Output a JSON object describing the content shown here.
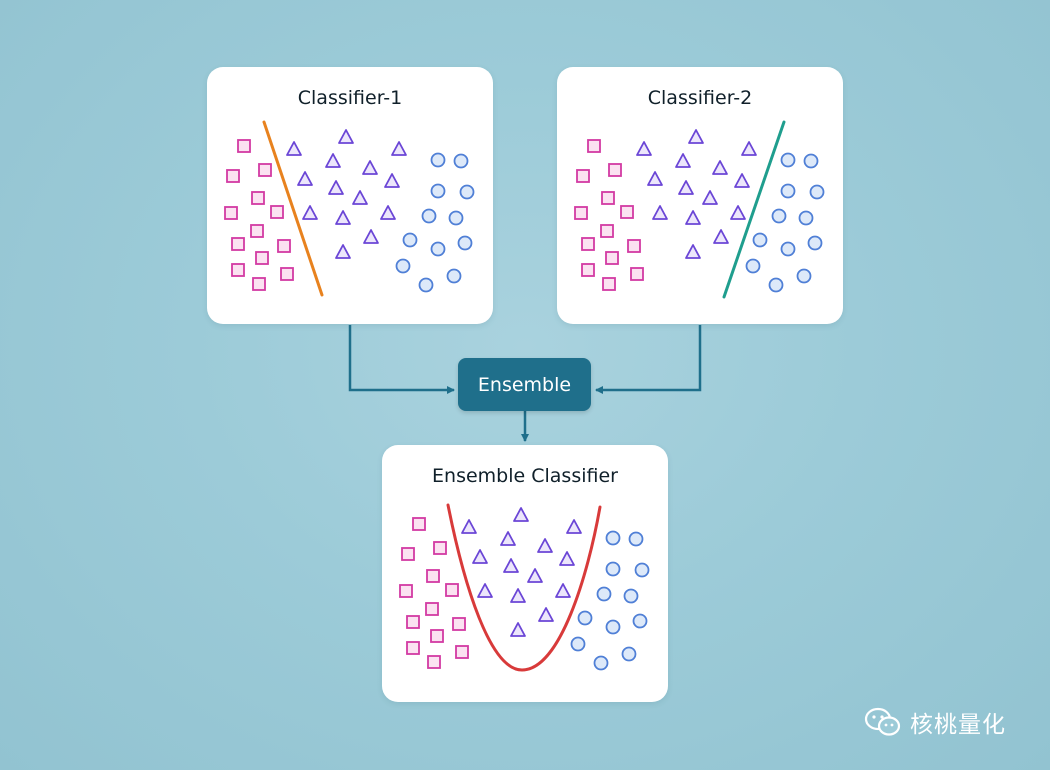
{
  "colors": {
    "square": "#d33aa3",
    "square_fill": "#fbe2f1",
    "triangle": "#6b46d6",
    "triangle_fill": "#ece6fb",
    "circle": "#4f7fd6",
    "circle_fill": "#dde9f9",
    "boundary_1": "#e8821e",
    "boundary_2": "#1f9e8e",
    "boundary_ensemble": "#d83a3a",
    "connector": "#1f6f8b",
    "node": "#1f6f8b"
  },
  "node": {
    "label": "Ensemble"
  },
  "panels": [
    {
      "title": "Classifier-1",
      "boundary": {
        "type": "line",
        "from": [
          57,
          55
        ],
        "to": [
          115,
          228
        ]
      },
      "squares": [
        [
          37,
          79
        ],
        [
          58,
          103
        ],
        [
          26,
          109
        ],
        [
          51,
          131
        ],
        [
          24,
          146
        ],
        [
          70,
          145
        ],
        [
          50,
          164
        ],
        [
          31,
          177
        ],
        [
          77,
          179
        ],
        [
          55,
          191
        ],
        [
          31,
          203
        ],
        [
          80,
          207
        ],
        [
          52,
          217
        ]
      ],
      "triangles": [
        [
          139,
          70
        ],
        [
          87,
          82
        ],
        [
          126,
          94
        ],
        [
          163,
          101
        ],
        [
          192,
          82
        ],
        [
          98,
          112
        ],
        [
          129,
          121
        ],
        [
          153,
          131
        ],
        [
          185,
          114
        ],
        [
          103,
          146
        ],
        [
          136,
          151
        ],
        [
          181,
          146
        ],
        [
          164,
          170
        ],
        [
          136,
          185
        ]
      ],
      "circles": [
        [
          231,
          93
        ],
        [
          254,
          94
        ],
        [
          231,
          124
        ],
        [
          260,
          125
        ],
        [
          222,
          149
        ],
        [
          249,
          151
        ],
        [
          203,
          173
        ],
        [
          231,
          182
        ],
        [
          258,
          176
        ],
        [
          196,
          199
        ],
        [
          247,
          209
        ],
        [
          219,
          218
        ]
      ]
    },
    {
      "title": "Classifier-2",
      "boundary": {
        "type": "line",
        "from": [
          227,
          55
        ],
        "to": [
          167,
          230
        ]
      },
      "squares": [
        [
          37,
          79
        ],
        [
          58,
          103
        ],
        [
          26,
          109
        ],
        [
          51,
          131
        ],
        [
          24,
          146
        ],
        [
          70,
          145
        ],
        [
          50,
          164
        ],
        [
          31,
          177
        ],
        [
          77,
          179
        ],
        [
          55,
          191
        ],
        [
          31,
          203
        ],
        [
          80,
          207
        ],
        [
          52,
          217
        ]
      ],
      "triangles": [
        [
          139,
          70
        ],
        [
          87,
          82
        ],
        [
          126,
          94
        ],
        [
          163,
          101
        ],
        [
          192,
          82
        ],
        [
          98,
          112
        ],
        [
          129,
          121
        ],
        [
          153,
          131
        ],
        [
          185,
          114
        ],
        [
          103,
          146
        ],
        [
          136,
          151
        ],
        [
          181,
          146
        ],
        [
          164,
          170
        ],
        [
          136,
          185
        ]
      ],
      "circles": [
        [
          231,
          93
        ],
        [
          254,
          94
        ],
        [
          231,
          124
        ],
        [
          260,
          125
        ],
        [
          222,
          149
        ],
        [
          249,
          151
        ],
        [
          203,
          173
        ],
        [
          231,
          182
        ],
        [
          258,
          176
        ],
        [
          196,
          199
        ],
        [
          247,
          209
        ],
        [
          219,
          218
        ]
      ]
    },
    {
      "title": "Ensemble Classifier",
      "boundary": {
        "type": "curve"
      },
      "squares": [
        [
          37,
          79
        ],
        [
          58,
          103
        ],
        [
          26,
          109
        ],
        [
          51,
          131
        ],
        [
          24,
          146
        ],
        [
          70,
          145
        ],
        [
          50,
          164
        ],
        [
          31,
          177
        ],
        [
          77,
          179
        ],
        [
          55,
          191
        ],
        [
          31,
          203
        ],
        [
          80,
          207
        ],
        [
          52,
          217
        ]
      ],
      "triangles": [
        [
          139,
          70
        ],
        [
          87,
          82
        ],
        [
          126,
          94
        ],
        [
          163,
          101
        ],
        [
          192,
          82
        ],
        [
          98,
          112
        ],
        [
          129,
          121
        ],
        [
          153,
          131
        ],
        [
          185,
          114
        ],
        [
          103,
          146
        ],
        [
          136,
          151
        ],
        [
          181,
          146
        ],
        [
          164,
          170
        ],
        [
          136,
          185
        ]
      ],
      "circles": [
        [
          231,
          93
        ],
        [
          254,
          94
        ],
        [
          231,
          124
        ],
        [
          260,
          125
        ],
        [
          222,
          149
        ],
        [
          249,
          151
        ],
        [
          203,
          173
        ],
        [
          231,
          182
        ],
        [
          258,
          176
        ],
        [
          196,
          199
        ],
        [
          247,
          209
        ],
        [
          219,
          218
        ]
      ]
    }
  ],
  "watermark": {
    "text": "核桃量化",
    "icon": "wechat-icon"
  }
}
